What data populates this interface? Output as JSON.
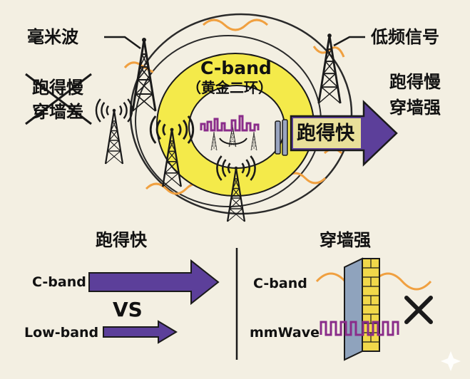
{
  "diagram": {
    "top_left_label": "毫米波",
    "top_right_label": "低频信号",
    "left_struck_line1": "跑得慢",
    "left_struck_line2": "穿墙差",
    "right_line1": "跑得慢",
    "right_line2": "穿墙强",
    "center_title": "C-band",
    "center_subtitle": "（黄金二环）",
    "arrow_text": "跑得快"
  },
  "speed_panel": {
    "title": "跑得快",
    "row1_label": "C-band",
    "vs_label": "VS",
    "row2_label": "Low-band"
  },
  "wall_panel": {
    "title": "穿墙强",
    "row1_label": "C-band",
    "row2_label": "mmWave"
  },
  "colors": {
    "background": "#f3efe2",
    "yellow_ring": "#f4ea4a",
    "purple": "#5c3f9a",
    "orange_wave": "#f0a040",
    "signal_purple": "#8a2c8a",
    "wall_blue": "#8fa3bd",
    "brick_yellow": "#f1d84a"
  },
  "icons": [
    "cell-tower-icon",
    "signal-waves-icon",
    "arrow-right-icon",
    "wall-icon",
    "x-mark-icon",
    "sparkle-icon"
  ]
}
